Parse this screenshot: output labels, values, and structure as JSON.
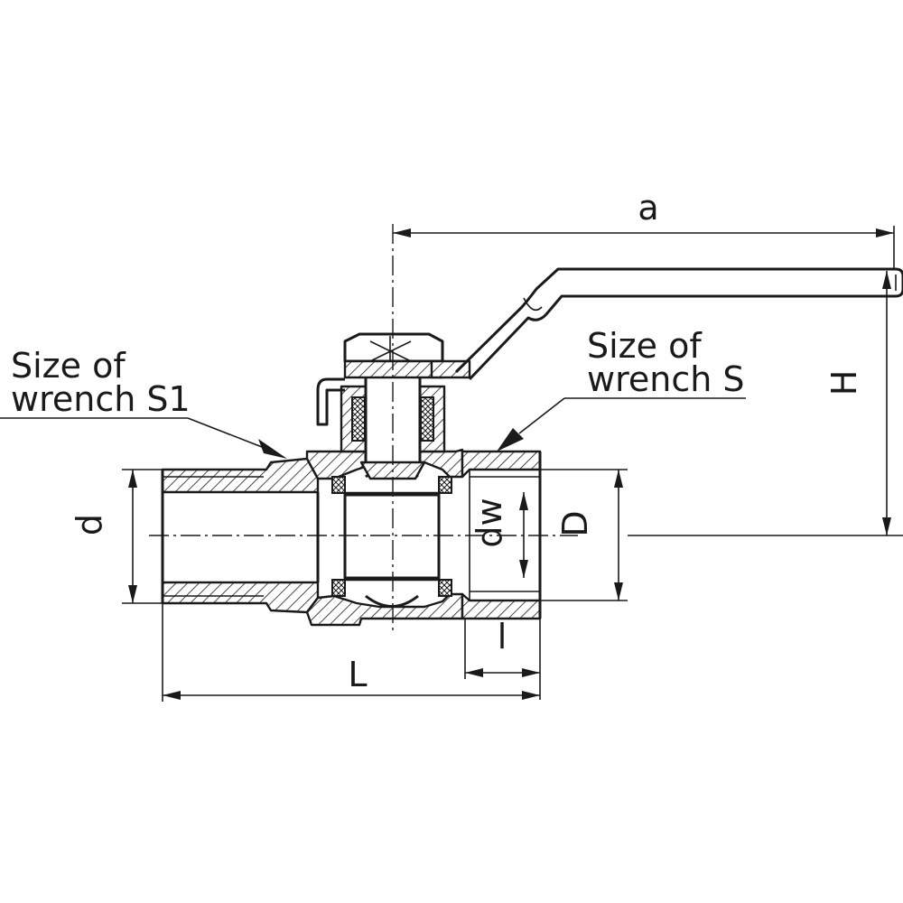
{
  "labels": {
    "a": "a",
    "H": "H",
    "d": "d",
    "dw": "dw",
    "D": "D",
    "L": "L",
    "l": "l"
  },
  "notes": {
    "wrench_s1": [
      "Size of",
      "wrench S1"
    ],
    "wrench_s": [
      "Size of",
      "wrench S"
    ]
  }
}
